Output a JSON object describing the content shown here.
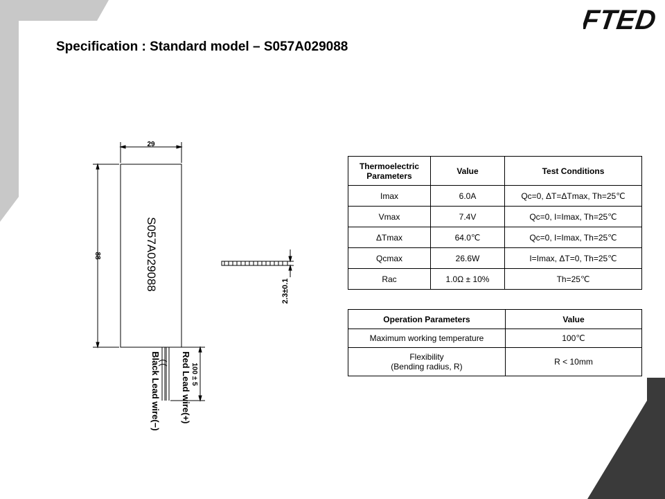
{
  "logo_text": "FTED",
  "title": "Specification : Standard model – S057A029088",
  "drawing": {
    "width_label": "29",
    "height_label": "88",
    "model_label": "S057A029088",
    "thickness_label": "2.3±0.1",
    "lead_length_label": "100 ± 5",
    "red_lead_label": "Red Lead wire(+)",
    "black_lead_label": "Black Lead wire(−)"
  },
  "thermo_table": {
    "headers": [
      "Thermoelectric Parameters",
      "Value",
      "Test Conditions"
    ],
    "rows": [
      {
        "param": "Imax",
        "value": "6.0A",
        "cond": "Qc=0, ΔT=ΔTmax, Th=25℃"
      },
      {
        "param": "Vmax",
        "value": "7.4V",
        "cond": "Qc=0, I=Imax, Th=25℃"
      },
      {
        "param": "ΔTmax",
        "value": "64.0℃",
        "cond": "Qc=0, I=Imax, Th=25℃"
      },
      {
        "param": "Qcmax",
        "value": "26.6W",
        "cond": "I=Imax, ΔT=0, Th=25℃"
      },
      {
        "param": "Rac",
        "value": "1.0Ω ± 10%",
        "cond": "Th=25℃"
      }
    ]
  },
  "op_table": {
    "headers": [
      "Operation Parameters",
      "Value"
    ],
    "rows": [
      {
        "param": "Maximum working temperature",
        "value": "100℃"
      },
      {
        "param": "Flexibility",
        "param_sub": "(Bending radius, R)",
        "value": "R < 10mm"
      }
    ]
  }
}
